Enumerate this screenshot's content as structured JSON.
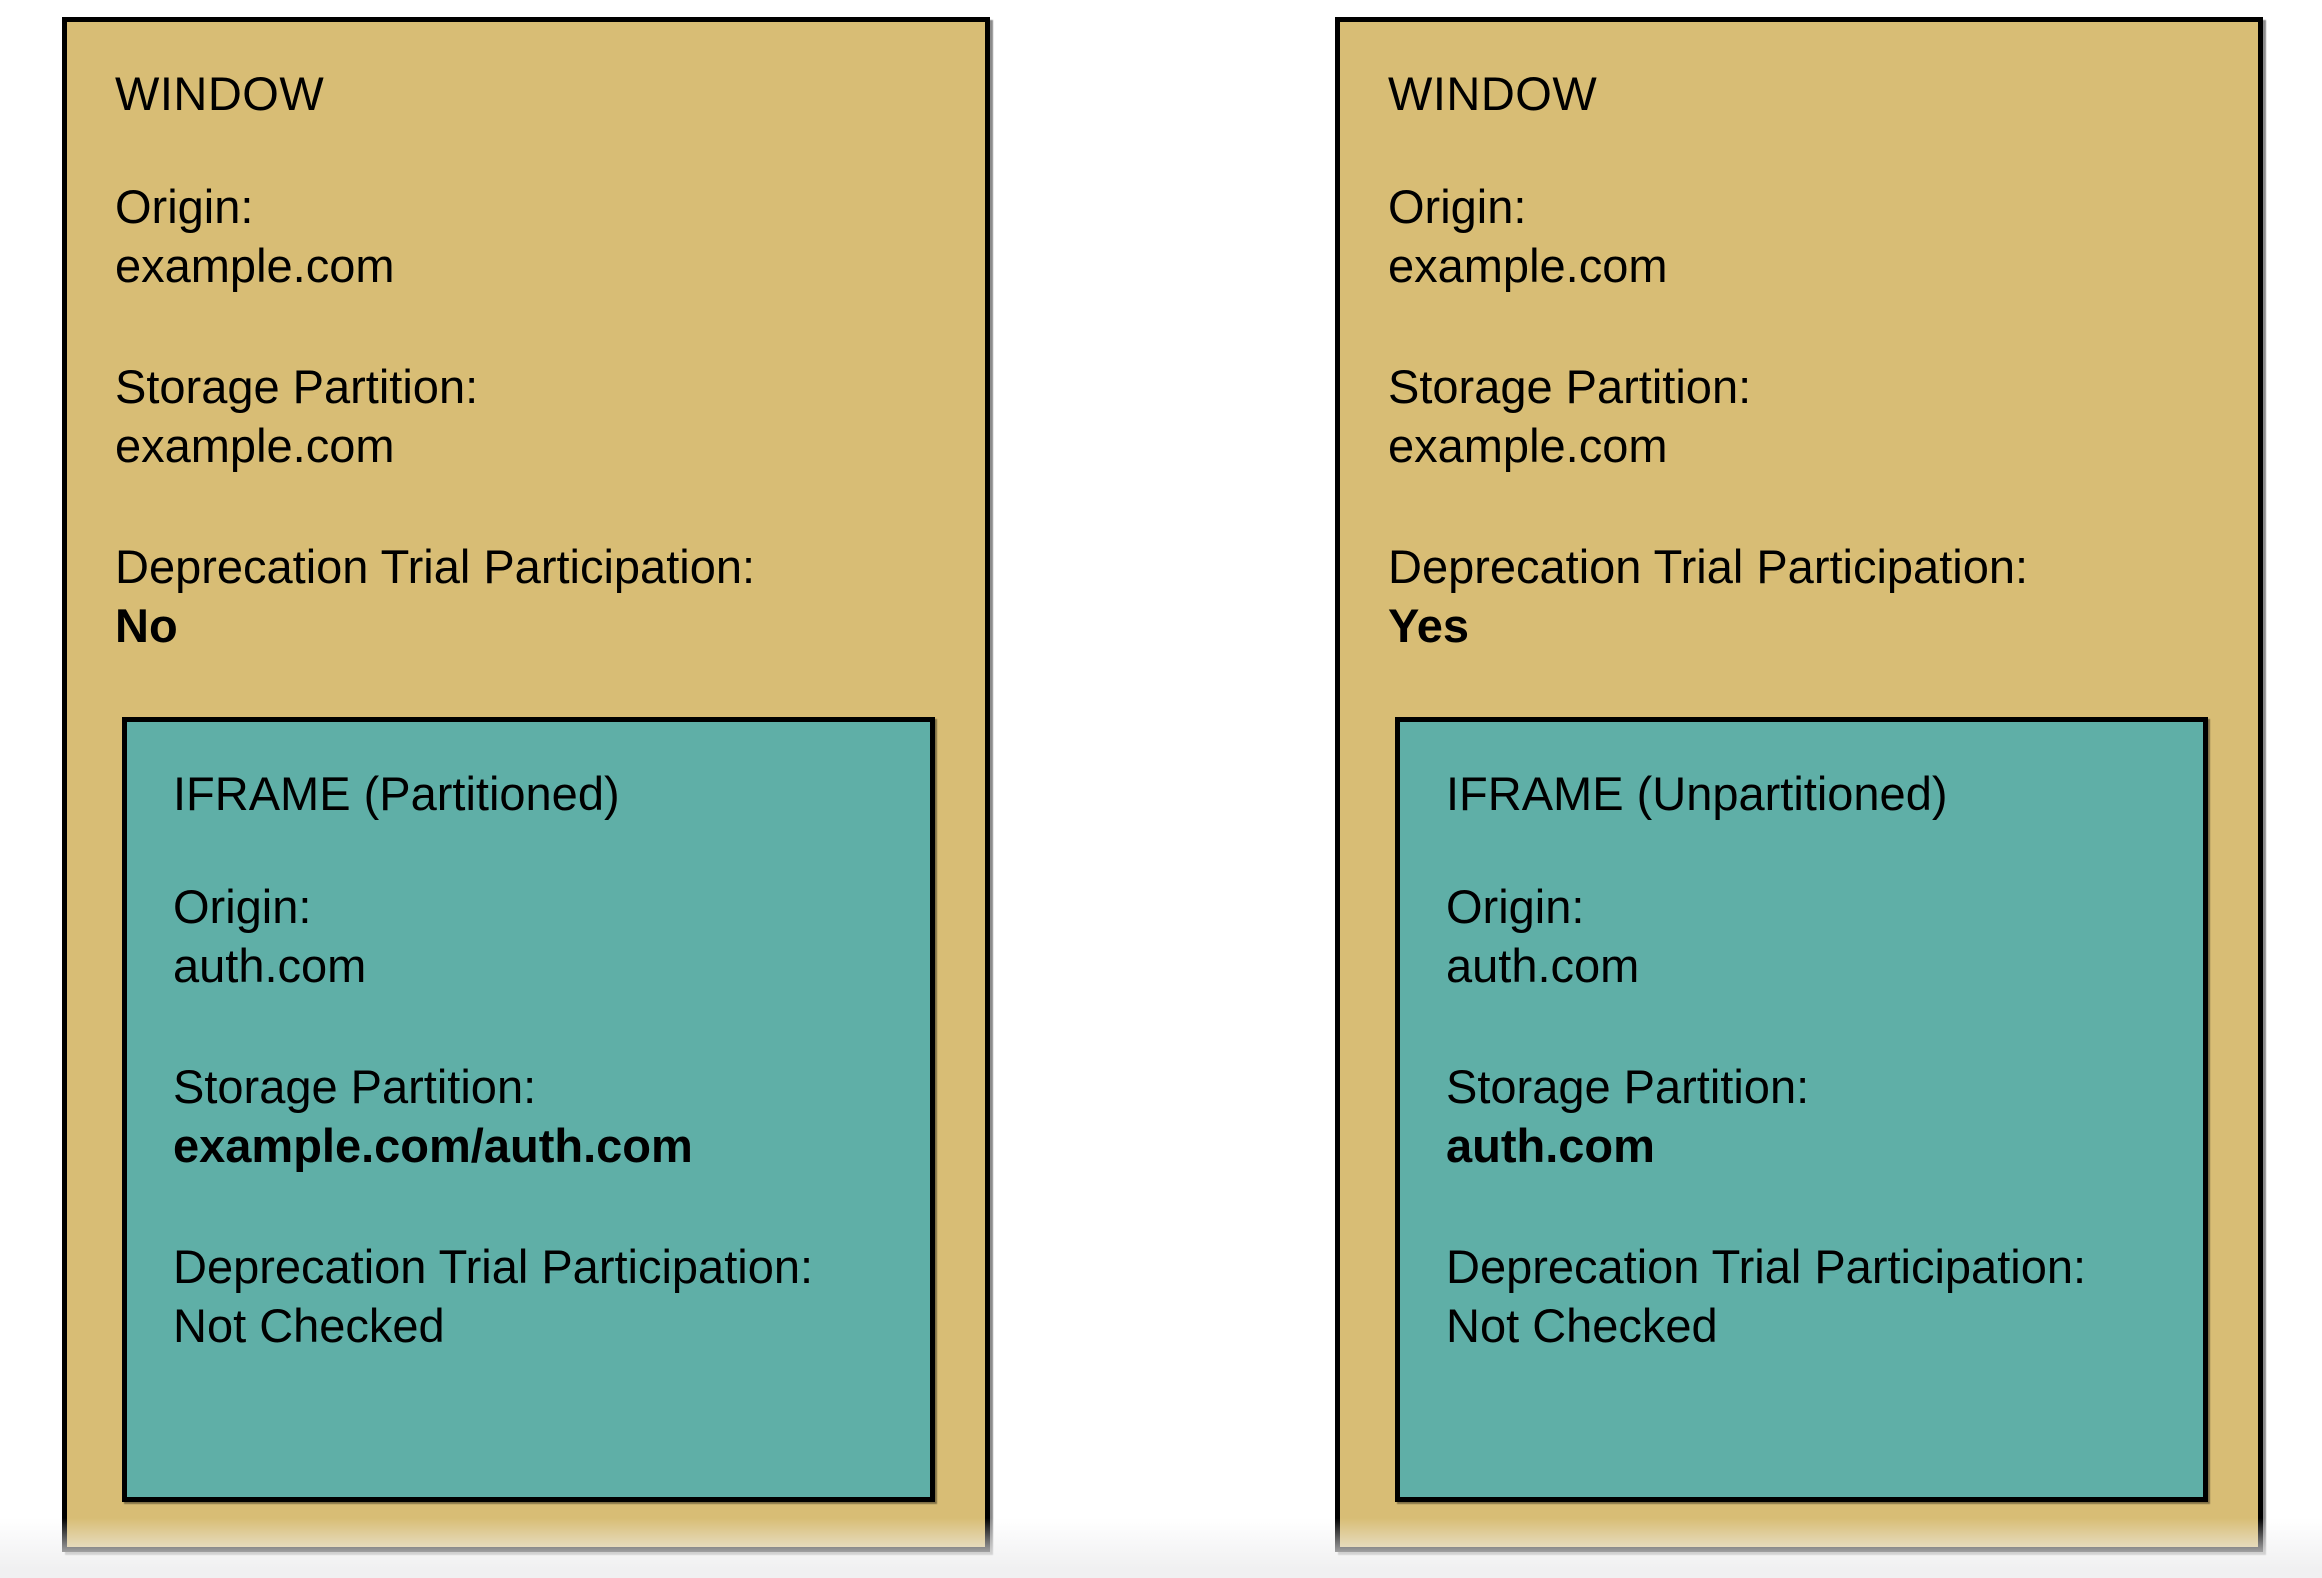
{
  "colors": {
    "window_bg": "#D8BD75",
    "iframe_bg": "#5FAFA7",
    "border_color": "#000000",
    "page_bg": "#FFFFFF",
    "footer_fade": "#F0F0F1",
    "text_color": "#000000"
  },
  "panels": [
    {
      "title": "WINDOW",
      "fields": [
        {
          "label": "Origin:",
          "value": "example.com",
          "value_bold": false
        },
        {
          "label": "Storage Partition:",
          "value": "example.com",
          "value_bold": false
        },
        {
          "label": "Deprecation Trial Participation:",
          "value": "No",
          "value_bold": true
        }
      ],
      "iframe": {
        "title": "IFRAME (Partitioned)",
        "fields": [
          {
            "label": "Origin:",
            "value": "auth.com",
            "value_bold": false
          },
          {
            "label": "Storage Partition:",
            "value": "example.com/auth.com",
            "value_bold": true
          },
          {
            "label": "Deprecation Trial Participation:",
            "value": "Not Checked",
            "value_bold": false
          }
        ]
      }
    },
    {
      "title": "WINDOW",
      "fields": [
        {
          "label": "Origin:",
          "value": "example.com",
          "value_bold": false
        },
        {
          "label": "Storage Partition:",
          "value": "example.com",
          "value_bold": false
        },
        {
          "label": "Deprecation Trial Participation:",
          "value": "Yes",
          "value_bold": true
        }
      ],
      "iframe": {
        "title": "IFRAME (Unpartitioned)",
        "fields": [
          {
            "label": "Origin:",
            "value": "auth.com",
            "value_bold": false
          },
          {
            "label": "Storage Partition:",
            "value": "auth.com",
            "value_bold": true
          },
          {
            "label": "Deprecation Trial Participation:",
            "value": "Not Checked",
            "value_bold": false
          }
        ]
      }
    }
  ]
}
